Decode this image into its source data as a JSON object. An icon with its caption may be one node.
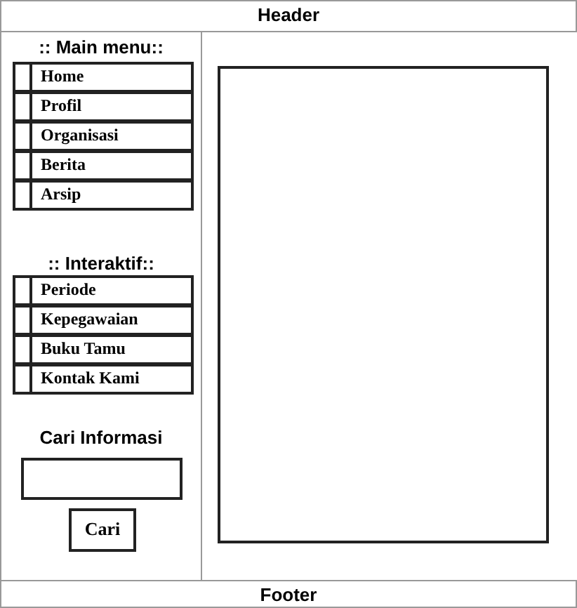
{
  "diagram": {
    "nodes": [
      {
        "text": [
          "Header"
        ]
      },
      {
        "text": [
          ":: Main menu::",
          ":: Interaktif::",
          "Cari Informasi"
        ]
      },
      {
        "text": [
          "Home"
        ],
        "in": 1
      },
      {
        "text": [
          "Profil"
        ],
        "in": 1
      },
      {
        "text": [
          "Organisasi"
        ],
        "in": 1
      },
      {
        "text": [
          "Berita"
        ],
        "in": 1
      },
      {
        "text": [
          "Arsip"
        ],
        "in": 1
      },
      {
        "text": [
          "Periode"
        ],
        "in": 1
      },
      {
        "text": [
          "Kepegawaian"
        ],
        "in": 1
      },
      {
        "text": [
          "Buku Tamu"
        ],
        "in": 1
      },
      {
        "text": [
          "Kontak Kami"
        ],
        "in": 1
      },
      {
        "text": [],
        "shape": "box",
        "in": 1
      },
      {
        "text": [
          "Cari"
        ],
        "in": 1
      },
      {
        "text": [],
        "shape": "box"
      },
      {
        "text": [
          "Footer"
        ]
      }
    ]
  }
}
